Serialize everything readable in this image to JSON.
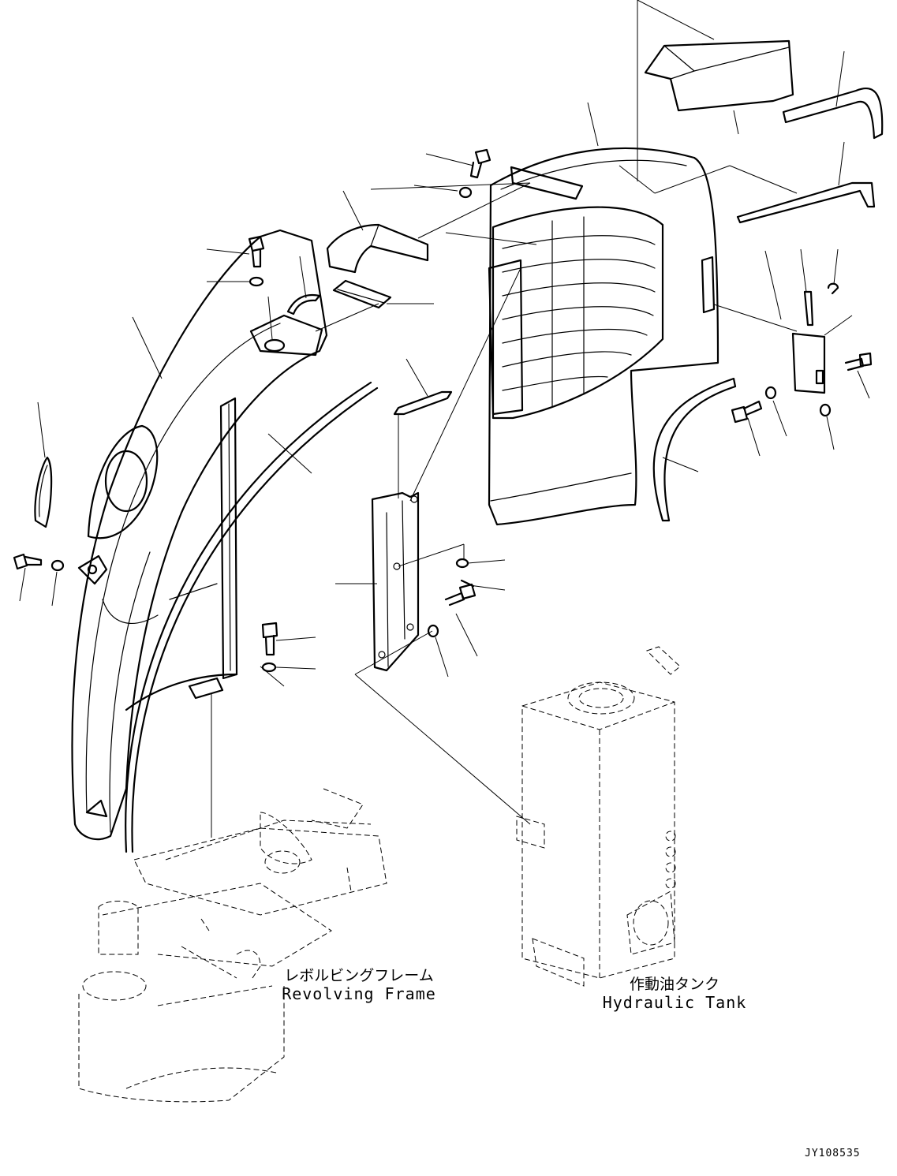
{
  "labels": {
    "revolving_frame_ja": "レボルビングフレーム",
    "revolving_frame_en": "Revolving Frame",
    "hydraulic_tank_ja": "作動油タンク",
    "hydraulic_tank_en": "Hydraulic Tank",
    "drawing_id": "JY108535"
  },
  "colors": {
    "line": "#000000",
    "background": "#ffffff"
  }
}
